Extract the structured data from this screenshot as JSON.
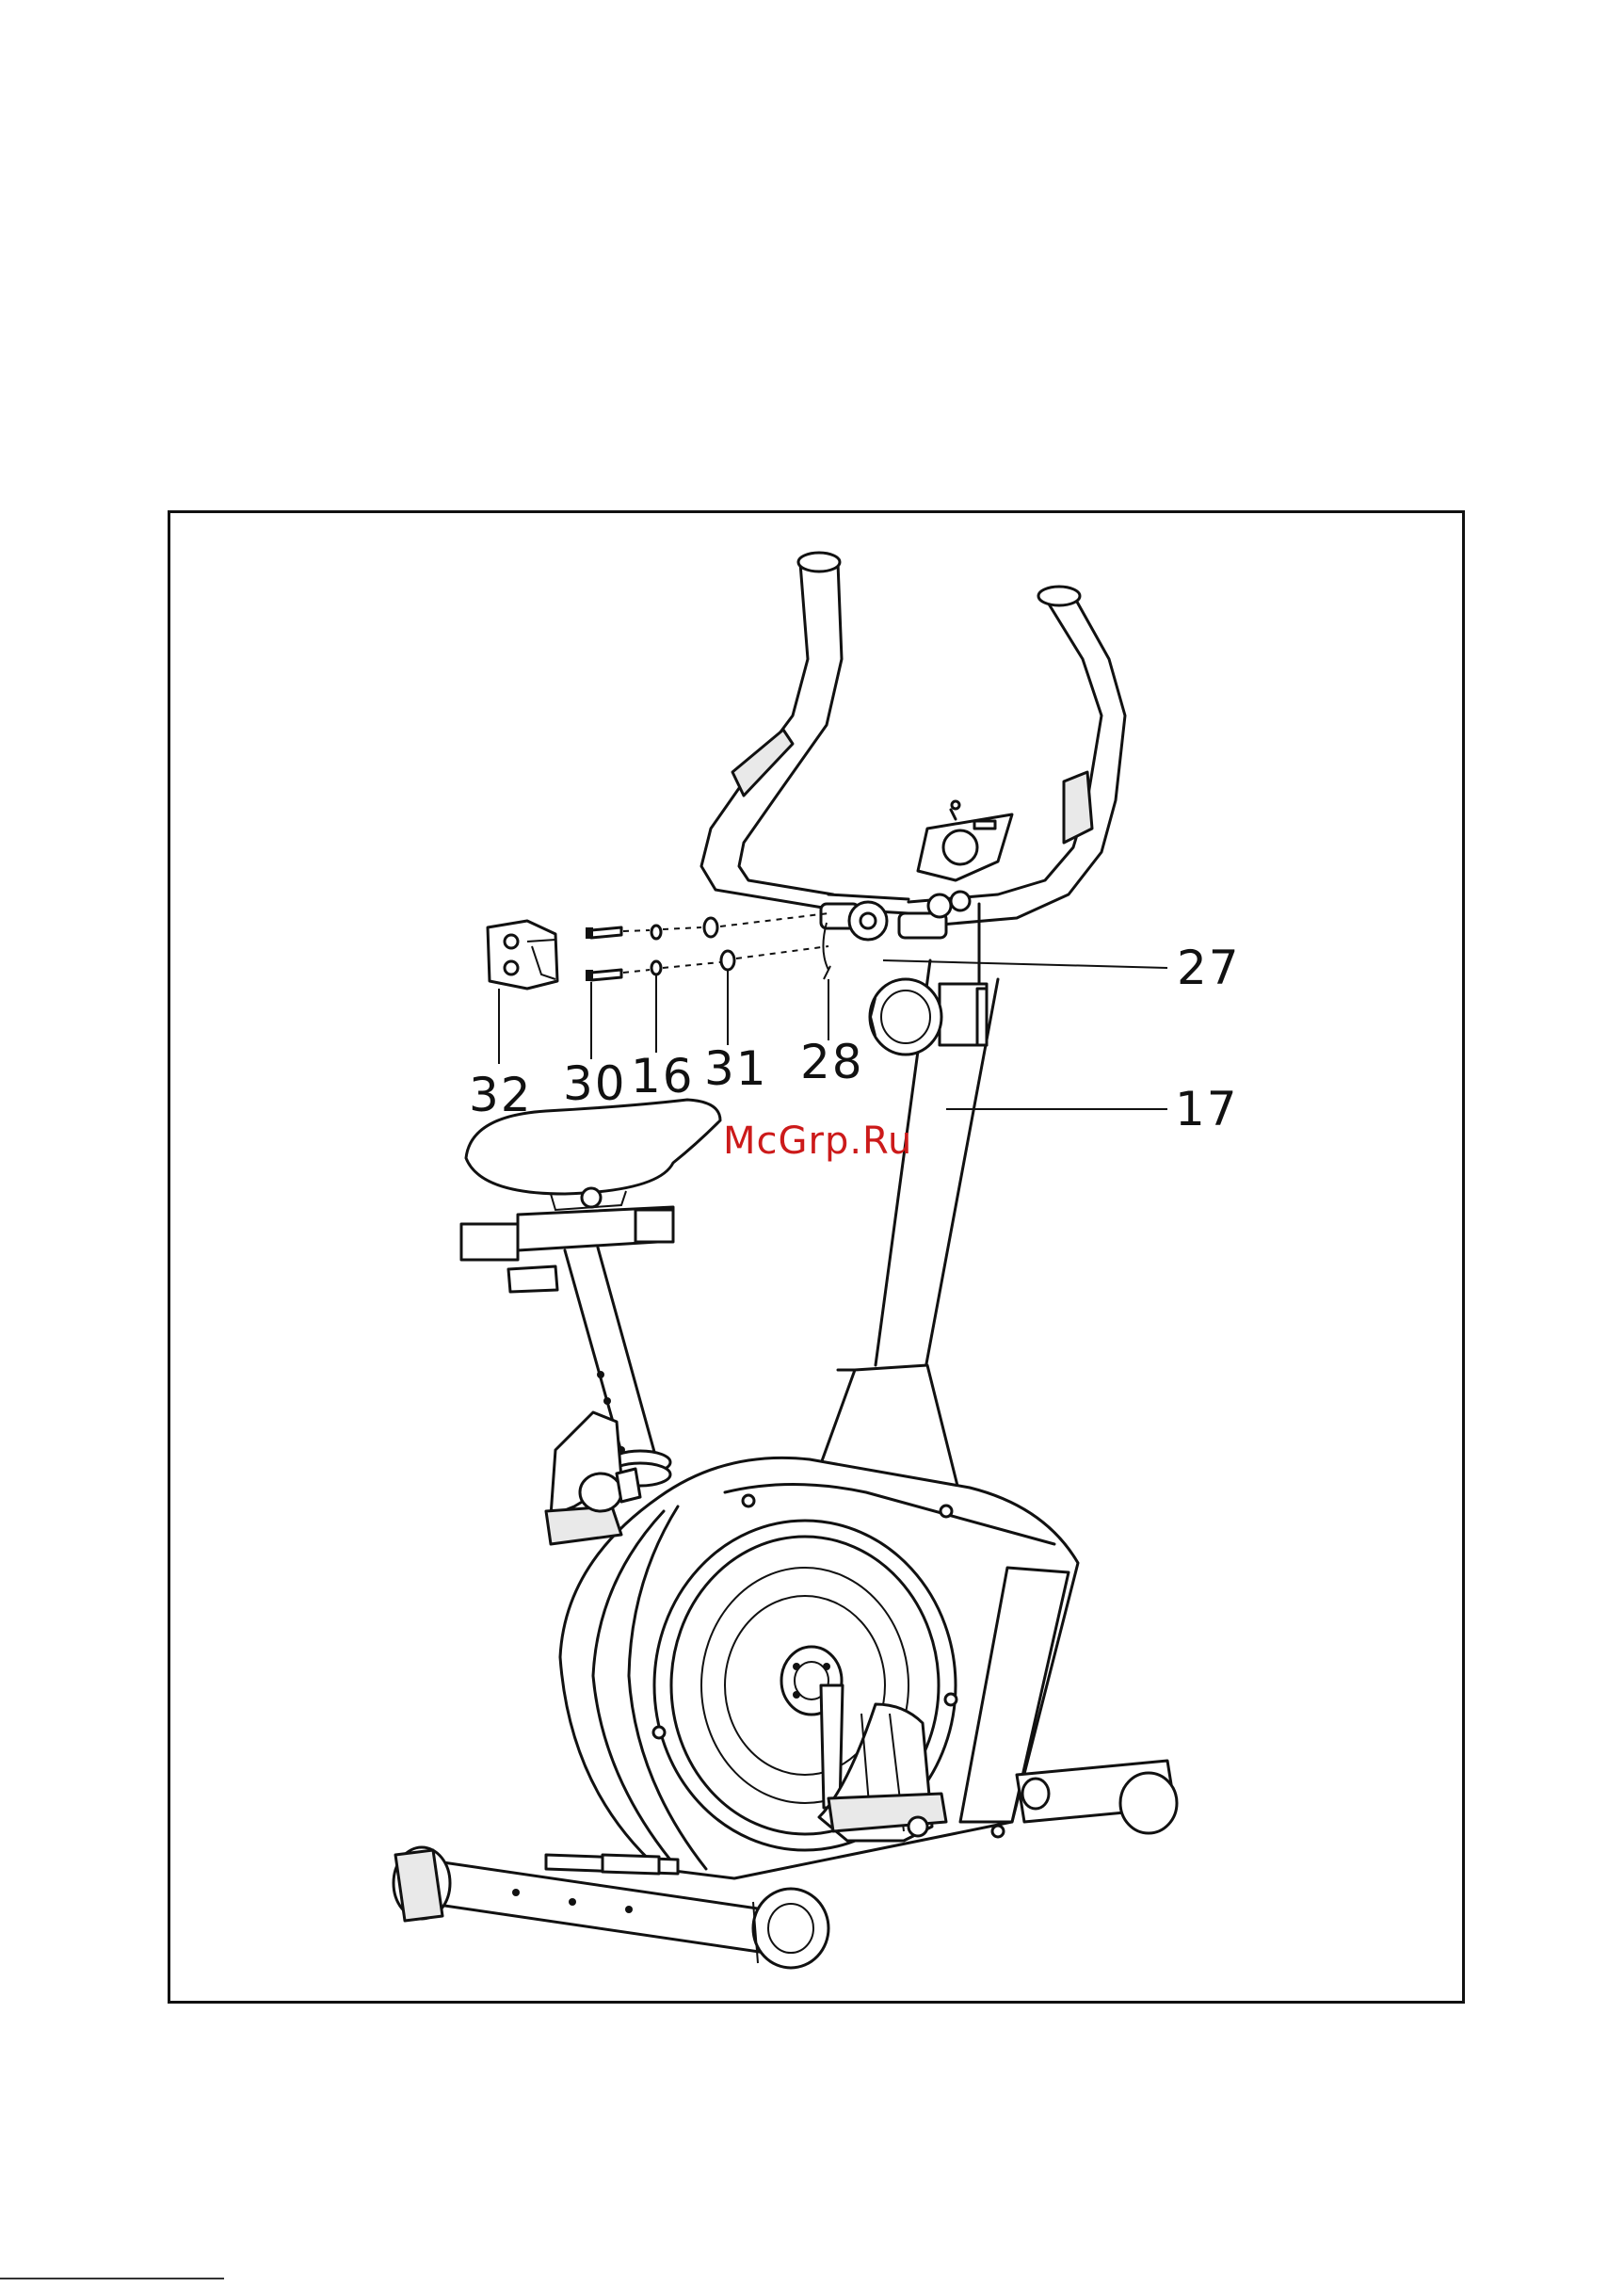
{
  "diagram": {
    "callouts": [
      {
        "id": "27",
        "label": "27"
      },
      {
        "id": "17",
        "label": "17"
      },
      {
        "id": "32",
        "label": "32"
      },
      {
        "id": "30",
        "label": "30"
      },
      {
        "id": "16",
        "label": "16"
      },
      {
        "id": "31",
        "label": "31"
      },
      {
        "id": "28",
        "label": "28"
      }
    ],
    "watermark": "McGrp.Ru"
  },
  "colors": {
    "line": "#111111",
    "watermark": "#cc1a1a",
    "background": "#ffffff"
  }
}
